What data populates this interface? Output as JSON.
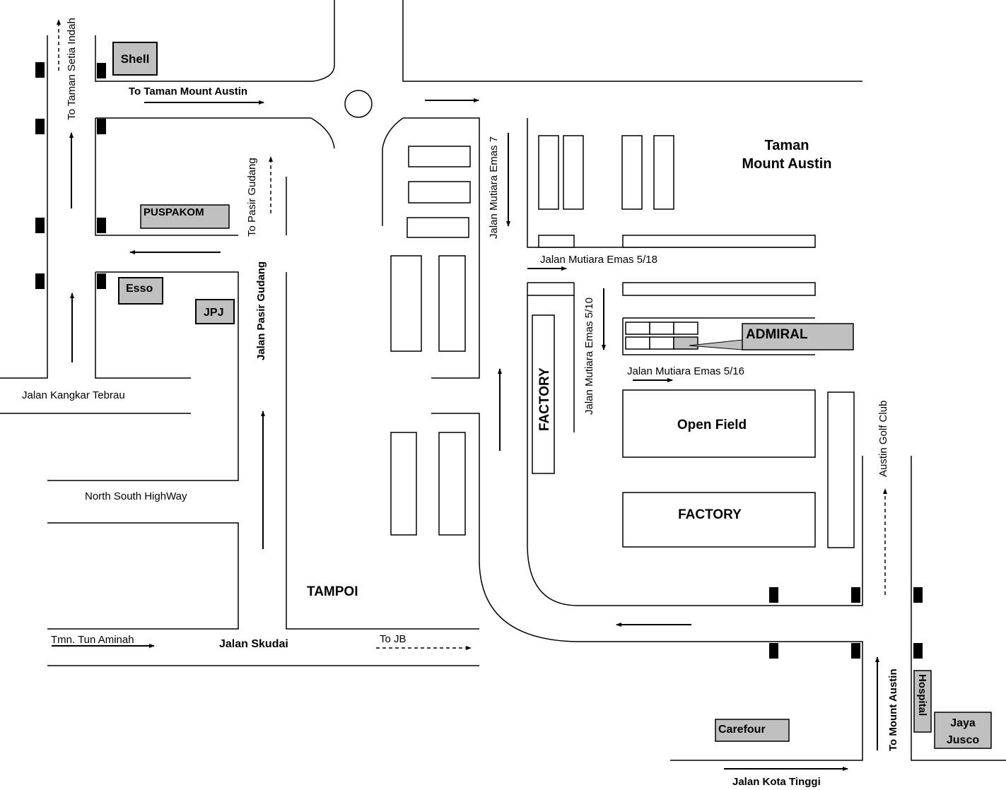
{
  "map": {
    "roads": {
      "to_taman_setia_indah": "To Taman  Setia Indah",
      "to_taman_mount_austin": "To Taman Mount Austin",
      "to_pasir_gudang": "To Pasir Gudang",
      "jalan_pasir_gudang": "Jalan Pasir Gudang",
      "jalan_mutiara_emas_7": "Jalan Mutiara Emas 7",
      "jalan_mutiara_emas_5_18": "Jalan Mutiara Emas 5/18",
      "jalan_mutiara_emas_5_10": "Jalan Mutiara Emas 5/10",
      "jalan_mutiara_emas_5_16": "Jalan Mutiara Emas 5/16",
      "jalan_kangkar_tebrau": "Jalan Kangkar Tebrau",
      "north_south_highway": "North South HighWay",
      "tmn_tun_aminah": "Tmn. Tun Aminah",
      "jalan_skudai": "Jalan Skudai",
      "to_jb": "To JB",
      "austin_golf_club": "Austin Golf Club",
      "to_mount_austin": "To Mount Austin",
      "jalan_kota_tinggi": "Jalan Kota Tinggi"
    },
    "areas": {
      "taman_line1": "Taman",
      "taman_line2": "Mount Austin",
      "tampoi": "TAMPOI",
      "open_field": "Open Field",
      "factory": "FACTORY",
      "factory_vertical": "FACTORY"
    },
    "landmarks": {
      "shell": "Shell",
      "puspakom": "PUSPAKOM",
      "esso": "Esso",
      "jpj": "JPJ",
      "admiral": "ADMIRAL",
      "carefour": "Carefour",
      "hospital": "Hospital",
      "jaya_line1": "Jaya",
      "jaya_line2": "Jusco"
    },
    "icons": {
      "traffic_light": "traffic-light-icon"
    },
    "colors": {
      "landmark_fill": "#c0c0c0",
      "line": "#000000"
    }
  }
}
